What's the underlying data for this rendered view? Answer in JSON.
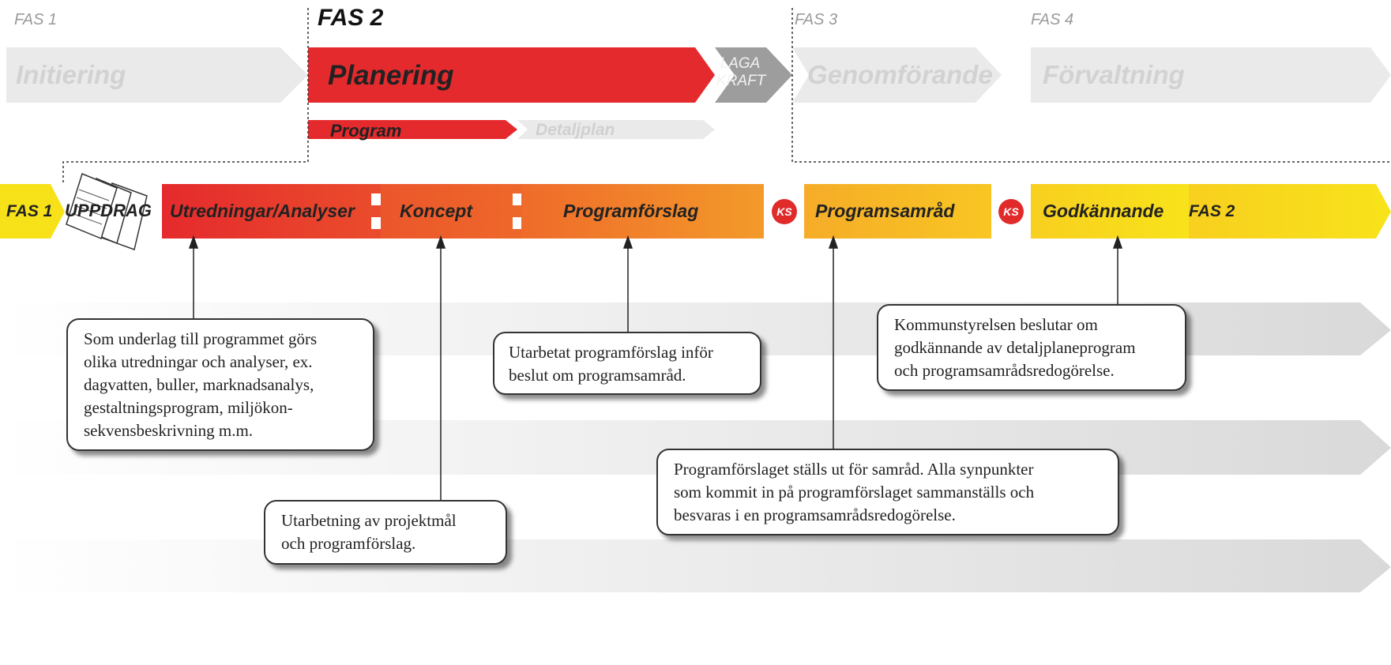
{
  "phases": {
    "fas1": "FAS 1",
    "fas2": "FAS 2",
    "fas3": "FAS 3",
    "fas4": "FAS 4",
    "initiering": "Initiering",
    "planering": "Planering",
    "laga_line1": "LAGA",
    "laga_line2": "KRAFT",
    "genomforande": "Genomförande",
    "forvaltning": "Förvaltning",
    "program": "Program",
    "detaljplan": "Detaljplan"
  },
  "process": {
    "start": "FAS 1",
    "uppdrag": "UPPDRAG",
    "steps": [
      "Utredningar/Analyser",
      "Koncept",
      "Programförslag",
      "Programsamråd",
      "Godkännande"
    ],
    "ks": "KS",
    "end": "FAS 2"
  },
  "notes": {
    "utredningar": "Som underlag till programmet görs\nolika utredningar och analyser, ex.\ndagvatten, buller, marknadsanalys,\ngestaltningsprogram, miljökon-\nsekvensbeskrivning m.m.",
    "koncept": "Utarbetning av projektmål\noch programförslag.",
    "programforslag": "Utarbetat programförslag inför\nbeslut om programsamråd.",
    "programsamrad": "Programförslaget ställs ut för samråd. Alla synpunkter\nsom kommit in på programförslaget sammanställs och\nbesvaras i en programsamrådsredogörelse.",
    "godkannande": "Kommunstyrelsen beslutar om\ngodkännande av detaljplaneprogram\noch programsamrådsredogörelse."
  },
  "colors": {
    "red": "#e5282b",
    "orange": "#f4a52a",
    "yellow": "#f7e21a",
    "gray_light": "#ececec",
    "gray_dark": "#9a9a9a"
  }
}
